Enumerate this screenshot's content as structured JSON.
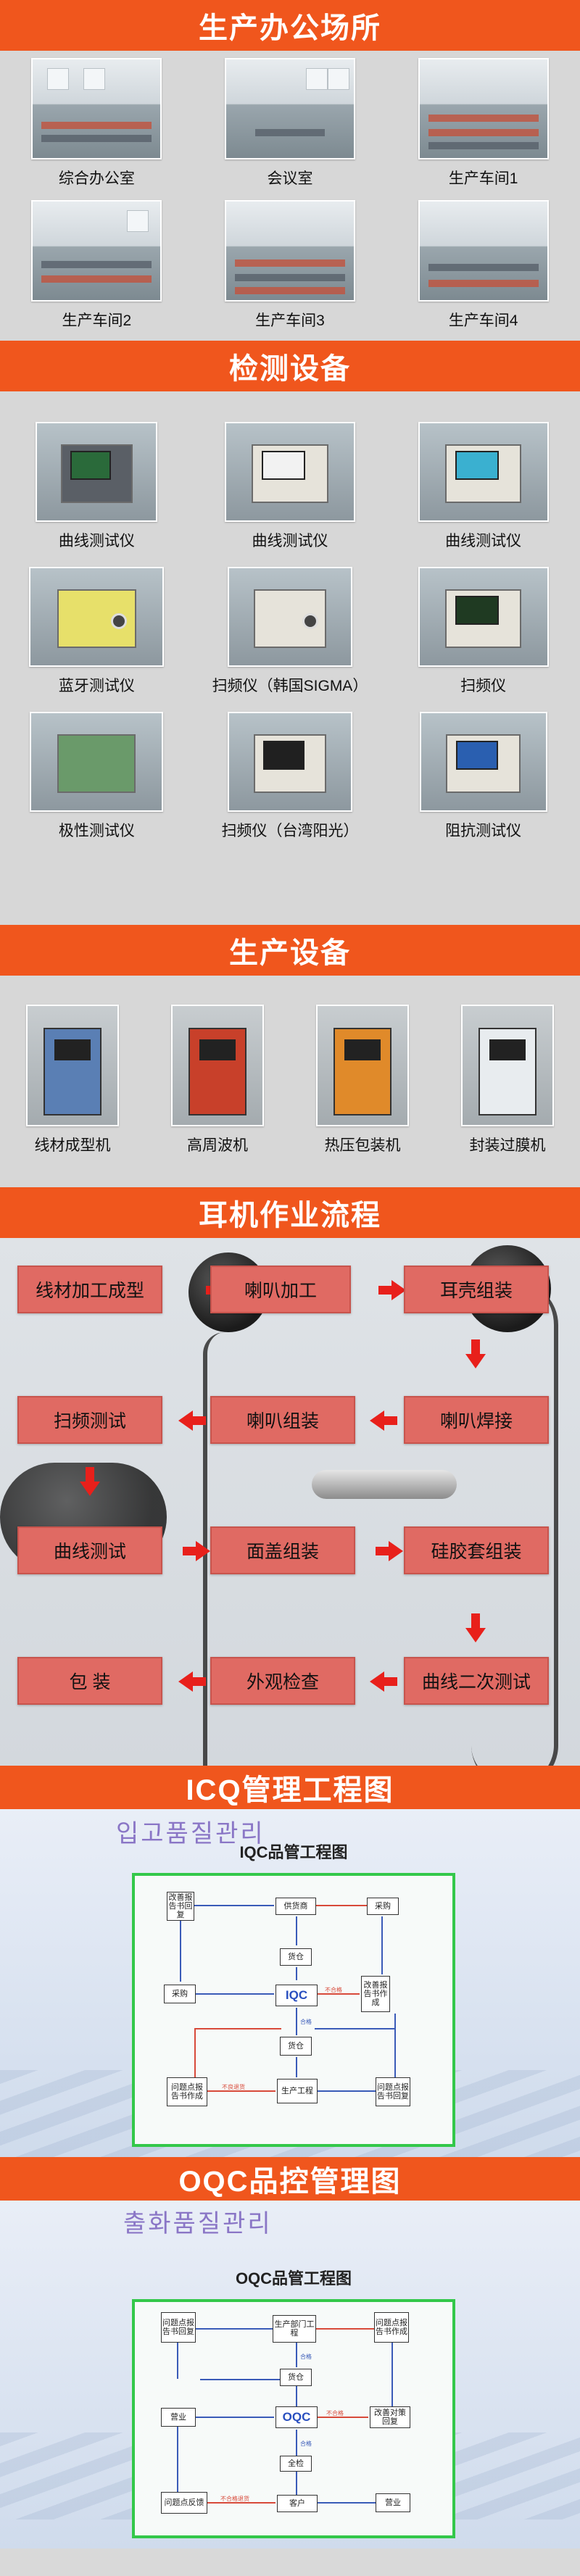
{
  "sections": {
    "office": {
      "title": "生产办公场所",
      "captions": [
        "综合办公室",
        "会议室",
        "生产车间1",
        "生产车间2",
        "生产车间3",
        "生产车间4"
      ]
    },
    "testing": {
      "title": "检测设备",
      "captions": [
        "曲线测试仪",
        "曲线测试仪",
        "曲线测试仪",
        "蓝牙测试仪",
        "扫频仪（韩国SIGMA）",
        "扫频仪",
        "极性测试仪",
        "扫频仪（台湾阳光）",
        "阻抗测试仪"
      ]
    },
    "production": {
      "title": "生产设备",
      "captions": [
        "线材成型机",
        "高周波机",
        "热压包装机",
        "封装过膜机"
      ]
    },
    "flow": {
      "title": "耳机作业流程",
      "steps": [
        "线材加工成型",
        "喇叭加工",
        "耳壳组装",
        "扫频测试",
        "喇叭组装",
        "喇叭焊接",
        "曲线测试",
        "面盖组装",
        "硅胶套组装",
        "包  装",
        "外观检查",
        "曲线二次测试"
      ]
    },
    "iqc": {
      "title": "ICQ管理工程图",
      "korean": "입고품질관리",
      "diagram_title": "IQC品管工程图",
      "boxes": {
        "improve_reply": "改善报告书回复",
        "supplier": "供货商",
        "purchase_top": "采购",
        "receive": "货仓",
        "purchase_left": "采购",
        "center": "IQC",
        "improve_make": "改善报告书作成",
        "stock": "货仓",
        "problem_left": "问题点报告书作成",
        "production": "生产工程",
        "problem_right": "问题点报告书回复"
      },
      "labels": {
        "fail": "不合格",
        "pass": "合格",
        "reject": "不良退货"
      }
    },
    "oqc": {
      "title": "OQC品控管理图",
      "korean": "출화품질관리",
      "diagram_title": "OQC品管工程图",
      "boxes": {
        "problem_reply": "问题点报告书回复",
        "production": "生产部门工程",
        "report_make": "问题点报告书作成",
        "stock": "货仓",
        "sales_left": "营业",
        "center": "OQC",
        "improve": "改善对策回复",
        "full_check": "全检",
        "feedback": "问题点反馈",
        "customer": "客户",
        "sales_right": "营业"
      },
      "labels": {
        "pass": "合格",
        "fail": "不合格",
        "return": "不合格退货"
      }
    }
  }
}
